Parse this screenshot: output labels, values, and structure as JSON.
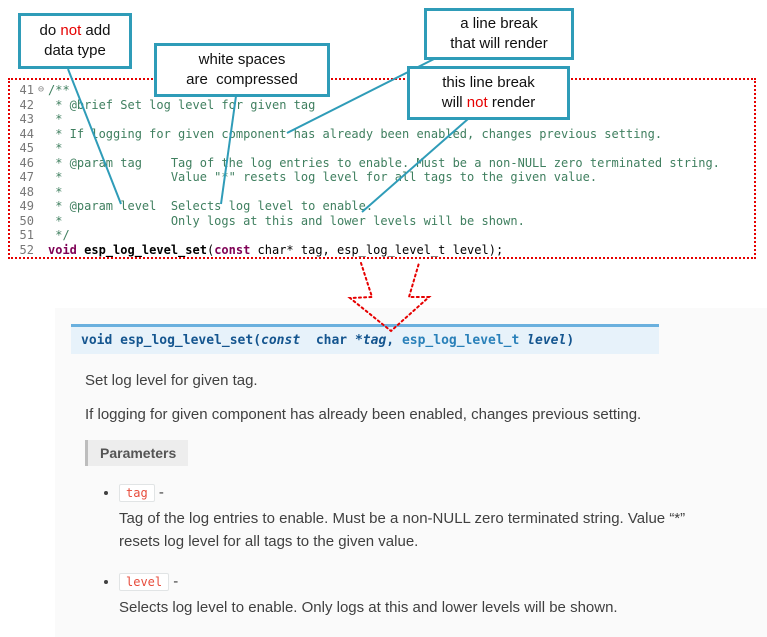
{
  "callouts": {
    "no_datatype": {
      "p1": "do ",
      "red": "not",
      "p2": " add\ndata type"
    },
    "whitespace": {
      "text": "white spaces\nare  compressed"
    },
    "break_render": {
      "text": "a line break\nthat will render"
    },
    "break_norender": {
      "p1": "this line break\nwill ",
      "red": "not",
      "p2": " render"
    }
  },
  "code": {
    "lines": [
      {
        "num": "41",
        "fold": "⊖",
        "text": "/**"
      },
      {
        "num": "42",
        "text": " * @brief Set log level for given tag"
      },
      {
        "num": "43",
        "text": " *"
      },
      {
        "num": "44",
        "text": " * If logging for given component has already been enabled, changes previous setting."
      },
      {
        "num": "45",
        "text": " *"
      },
      {
        "num": "46",
        "text": " * @param tag    Tag of the log entries to enable. Must be a non-NULL zero terminated string."
      },
      {
        "num": "47",
        "text": " *               Value \"*\" resets log level for all tags to the given value."
      },
      {
        "num": "48",
        "text": " *"
      },
      {
        "num": "49",
        "text": " * @param level  Selects log level to enable."
      },
      {
        "num": "50",
        "text": " *               Only logs at this and lower levels will be shown."
      },
      {
        "num": "51",
        "text": " */"
      }
    ],
    "line52": {
      "num": "52",
      "ret": "void",
      "name": " esp_log_level_set",
      "open": "(",
      "const_kw": "const",
      "rest": " char* tag, esp_log_level_t level);"
    }
  },
  "doc": {
    "signature": {
      "ret": "void ",
      "name": "esp_log_level_set",
      "open": "(",
      "const_kw": "const",
      "char_type": "  char *",
      "tag_param": "tag",
      "comma": ", ",
      "type_name": "esp_log_level_t",
      "space": " ",
      "level_param": "level",
      "close": ")"
    },
    "p1": "Set log level for given tag.",
    "p2": "If logging for given component has already been enabled, changes previous setting.",
    "params_label": "Parameters",
    "items": [
      {
        "name": "tag",
        "dash": " -",
        "desc": "Tag of the log entries to enable. Must be a non-NULL zero terminated string. Value “*” resets log level for all tags to the given value."
      },
      {
        "name": "level",
        "dash": " -",
        "desc": "Selects log level to enable. Only logs at this and lower levels will be shown."
      }
    ]
  }
}
